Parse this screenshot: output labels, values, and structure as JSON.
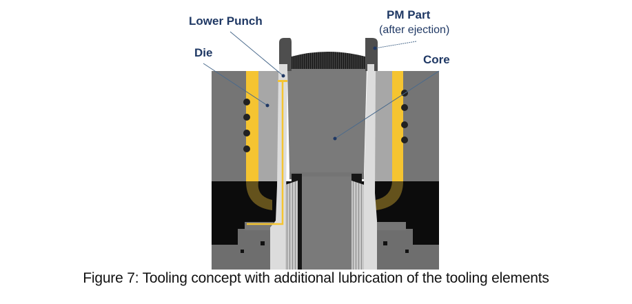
{
  "figure": {
    "caption": "Figure 7: Tooling concept with additional lubrication of the tooling elements",
    "labels": {
      "lower_punch": "Lower Punch",
      "pm_part": "PM Part",
      "pm_part_sub": "(after ejection)",
      "die": "Die",
      "core": "Core"
    },
    "colors": {
      "label_text": "#1f3864",
      "lubrication": "#f5c431",
      "die_dark": "#757575",
      "die_light": "#a7a7a7",
      "punch": "#dcdcdc",
      "core": "#7a7a7a",
      "part": "#4e4e4e",
      "base": "#0c0c0c"
    }
  }
}
